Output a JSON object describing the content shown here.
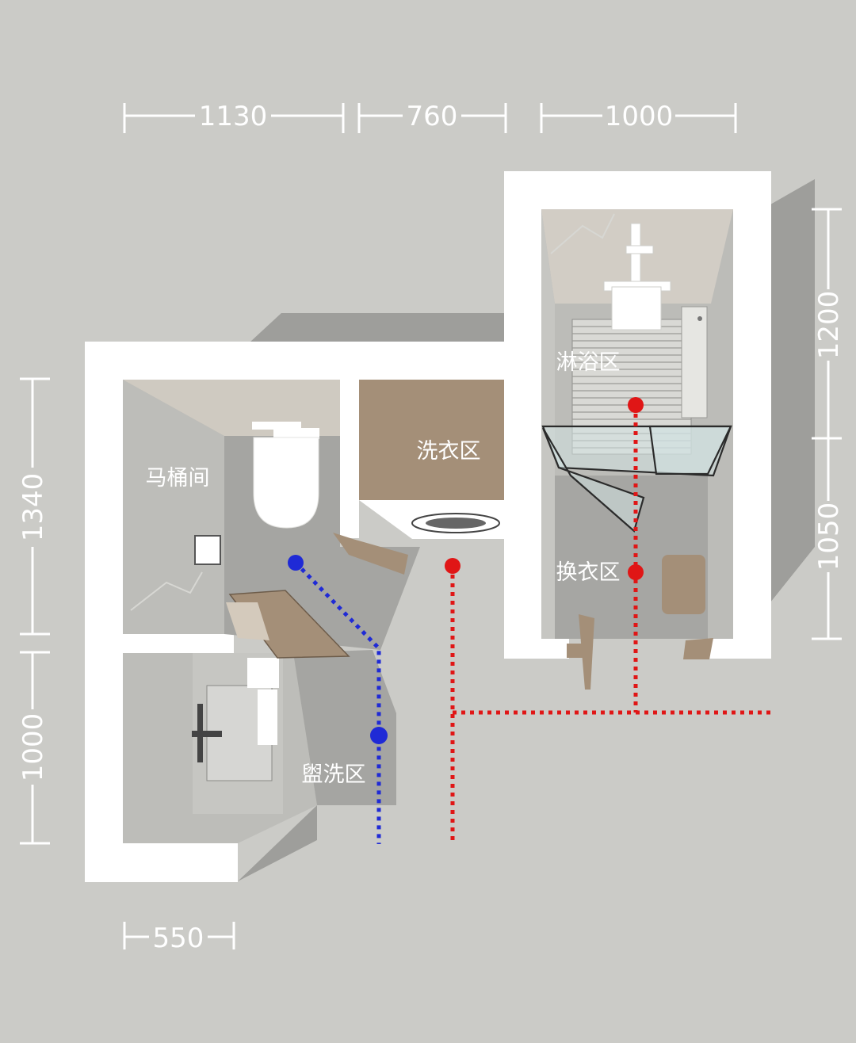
{
  "dimensions": {
    "top": [
      "1130",
      "760",
      "1000"
    ],
    "left": [
      "1340",
      "1000"
    ],
    "right": [
      "1200",
      "1050"
    ],
    "bottom": [
      "550"
    ]
  },
  "rooms": {
    "toilet": "马桶间",
    "laundry": "洗衣区",
    "shower": "淋浴区",
    "changing": "换衣区",
    "washing": "盥洗区"
  },
  "colors": {
    "background": "#cbcbc7",
    "wall": "#ffffff",
    "floor": "#a9a9a6",
    "shadow": "#9c9c99",
    "laundry_cabinet": "#a48f78",
    "path_blue": "#1f2ad6",
    "path_red": "#e01616"
  }
}
